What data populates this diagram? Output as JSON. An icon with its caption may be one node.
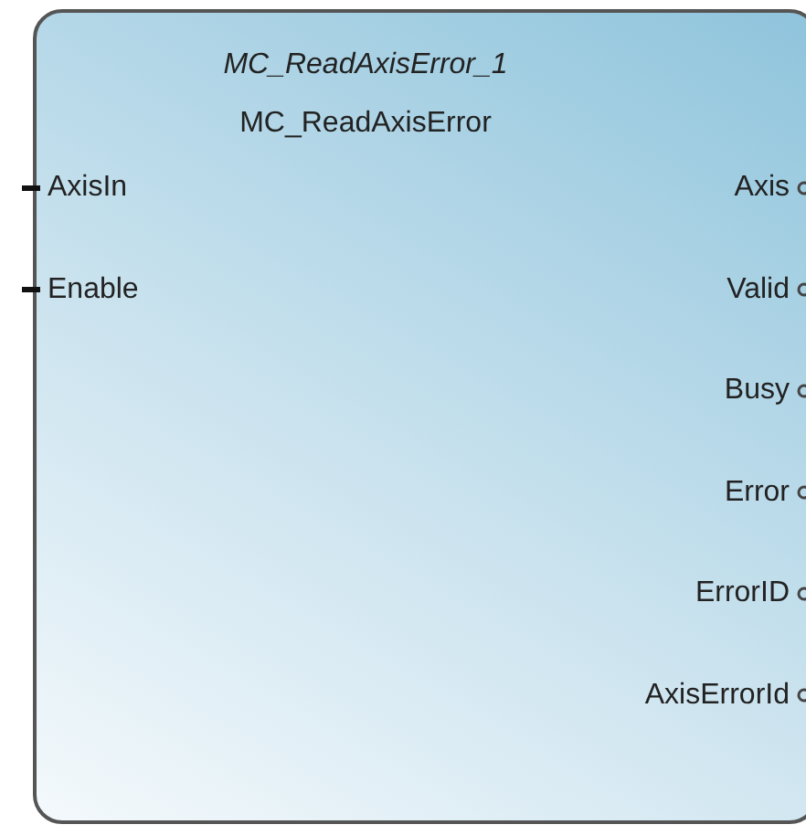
{
  "diagram": {
    "nodes": [
      {
        "text": [
          "MC_ReadAxisError_1",
          "MC_ReadAxisError"
        ]
      }
    ],
    "labels": [
      "AxisIn",
      "Axis",
      "Enable",
      "Valid",
      "Busy",
      "Error",
      "ErrorID",
      "AxisErrorId"
    ]
  }
}
